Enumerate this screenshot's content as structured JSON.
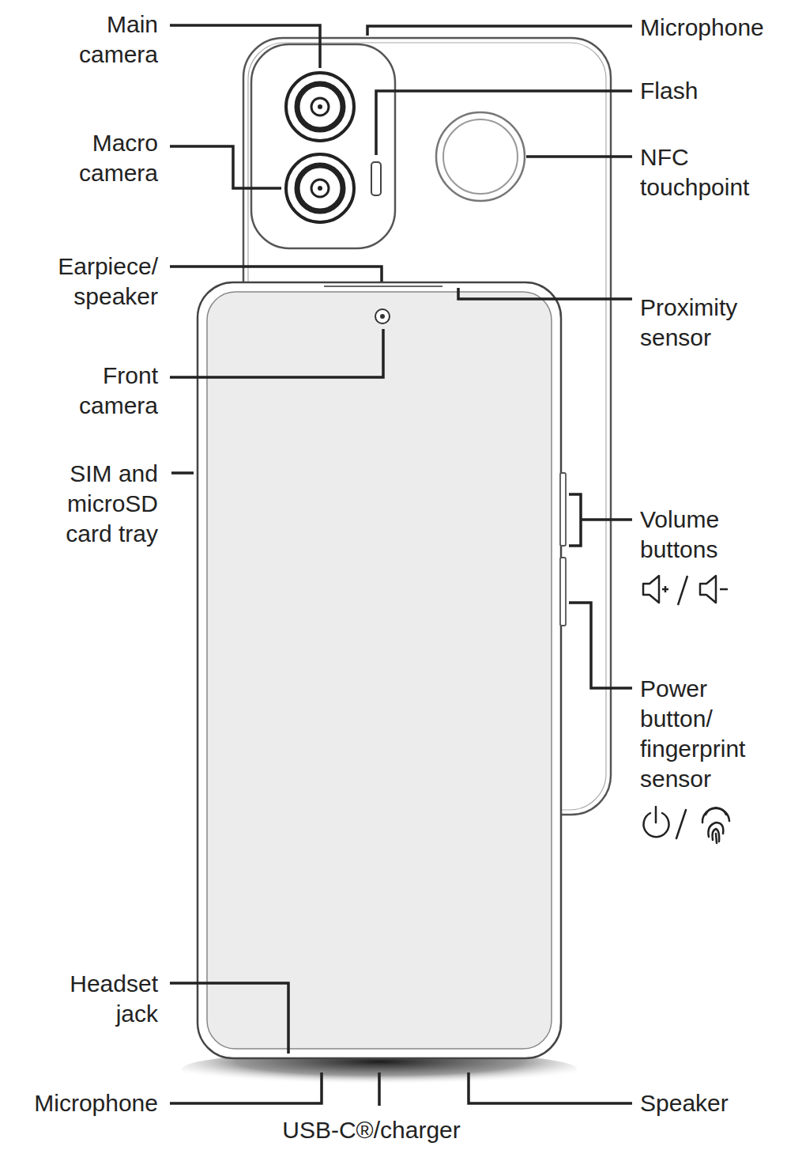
{
  "diagram": {
    "labels": [
      "Main camera",
      "Microphone",
      "Flash",
      "Macro camera",
      "NFC touchpoint",
      "Earpiece/ speaker",
      "Proximity sensor",
      "Front camera",
      "SIM and microSD card tray",
      "Volume buttons",
      "Power button/ fingerprint sensor",
      "Headset jack",
      "Microphone",
      "Speaker",
      "USB-C®/charger"
    ]
  }
}
